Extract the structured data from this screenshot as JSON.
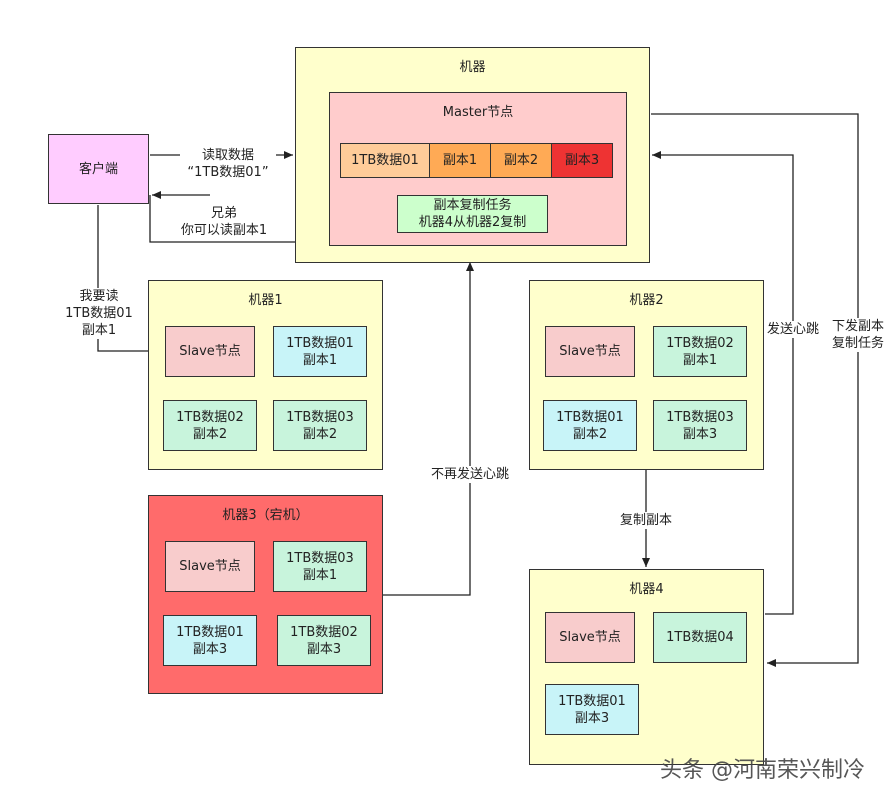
{
  "client": {
    "label": "客户端"
  },
  "master_machine": {
    "title": "机器",
    "master": {
      "title": "Master节点",
      "table": [
        "1TB数据01",
        "副本1",
        "副本2",
        "副本3"
      ],
      "task": "副本复制任务\n机器4从机器2复制"
    }
  },
  "machine1": {
    "title": "机器1",
    "slave": "Slave节点",
    "blocks": [
      "1TB数据01\n副本1",
      "1TB数据02\n副本2",
      "1TB数据03\n副本2"
    ]
  },
  "machine2": {
    "title": "机器2",
    "slave": "Slave节点",
    "blocks": [
      "1TB数据02\n副本1",
      "1TB数据01\n副本2",
      "1TB数据03\n副本3"
    ]
  },
  "machine3": {
    "title": "机器3（宕机）",
    "slave": "Slave节点",
    "blocks": [
      "1TB数据03\n副本1",
      "1TB数据01\n副本3",
      "1TB数据02\n副本3"
    ]
  },
  "machine4": {
    "title": "机器4",
    "slave": "Slave节点",
    "blocks": [
      "1TB数据04",
      "1TB数据01\n副本3"
    ]
  },
  "edges": {
    "read_request": "读取数据\n“1TB数据01”",
    "master_reply": "兄弟\n你可以读副本1",
    "client_to_m1": "我要读\n1TB数据01\n副本1",
    "no_heartbeat": "不再发送心跳",
    "copy_replica": "复制副本",
    "heartbeat": "发送心跳",
    "dispatch_task": "下发副本\n复制任务"
  },
  "watermark": "头条 @河南荣兴制冷",
  "colors": {
    "machine": "#ffffcc",
    "failed_machine": "#ff6b6b",
    "slave": "#f8cccc",
    "client": "#ffccff"
  }
}
